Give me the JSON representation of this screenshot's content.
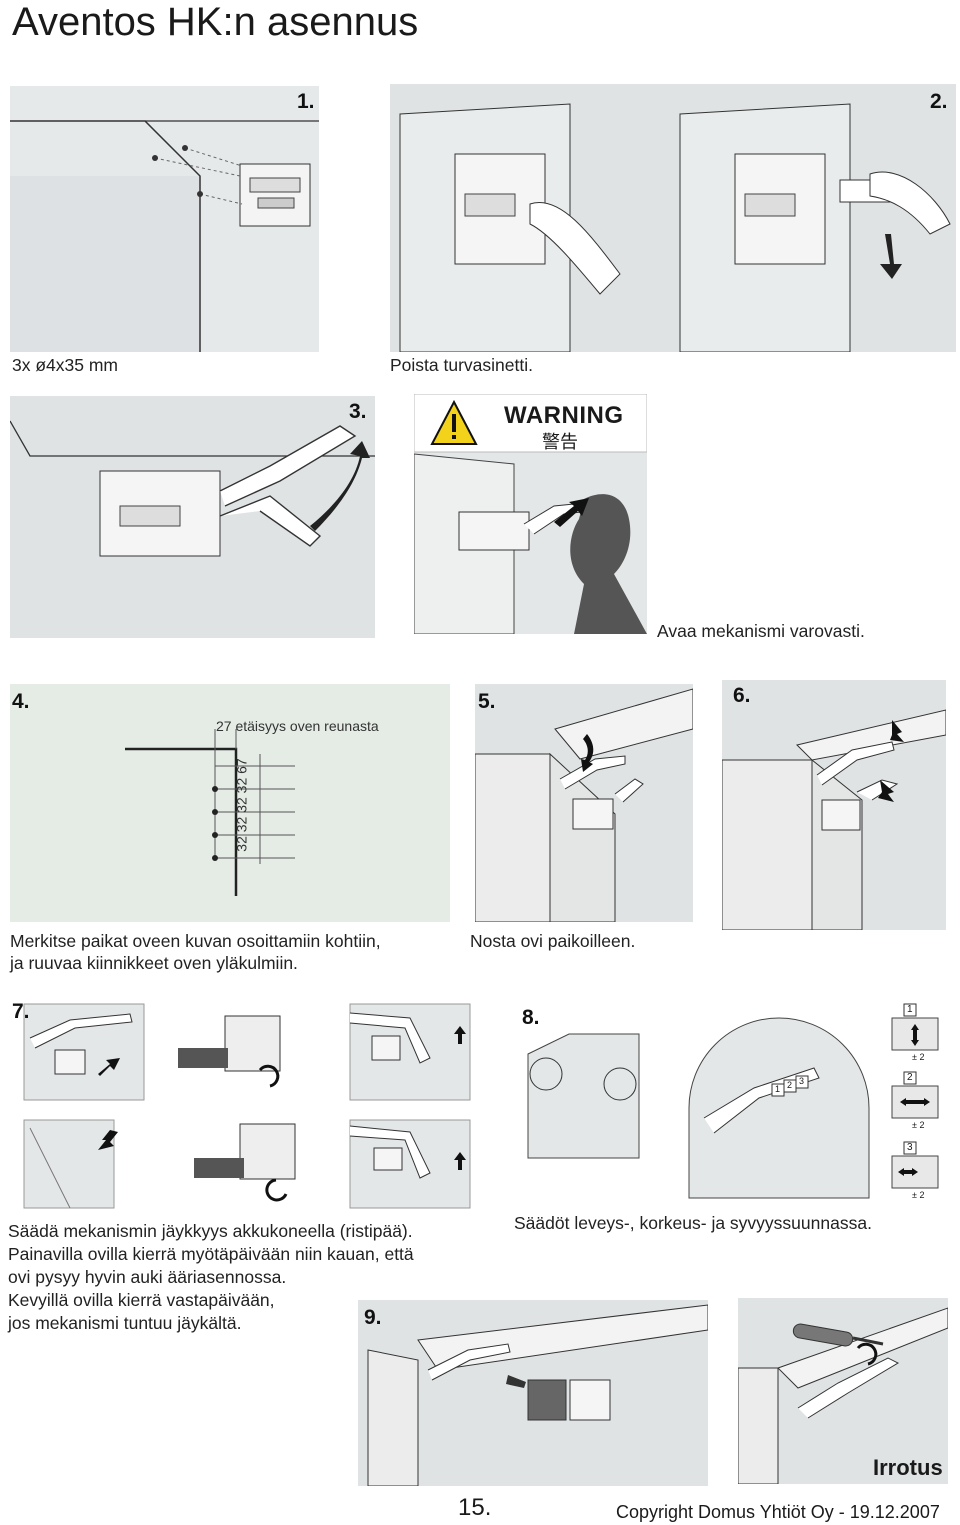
{
  "page": {
    "title": "Aventos HK:n asennus",
    "page_number": "15.",
    "copyright": "Copyright Domus Yhtiöt Oy -  19.12.2007"
  },
  "steps": {
    "s1": {
      "number": "1.",
      "caption": "3x ø4x35 mm"
    },
    "s2": {
      "number": "2.",
      "caption": "Poista turvasinetti."
    },
    "s3": {
      "number": "3.",
      "caption": "Avaa mekanismi varovasti.",
      "warning_label": "WARNING",
      "warning_cn": "警告"
    },
    "s4": {
      "number": "4.",
      "dim_top": "27 etäisyys oven reunasta",
      "dim_side": "32  32  32  32  67",
      "caption_1": "Merkitse paikat oveen kuvan osoittamiin kohtiin,",
      "caption_2": "ja ruuvaa kiinnikkeet oven yläkulmiin."
    },
    "s5": {
      "number": "5.",
      "caption": "Nosta ovi paikoilleen."
    },
    "s6": {
      "number": "6."
    },
    "s7": {
      "number": "7.",
      "caption_1": "Säädä mekanismin jäykkyys akkukoneella (ristipää).",
      "caption_2": "Painavilla ovilla kierrä myötäpäivään niin kauan, että",
      "caption_3": "ovi pysyy hyvin auki ääriasennossa.",
      "caption_4": "Kevyillä ovilla kierrä vastapäivään,",
      "caption_5": "jos mekanismi tuntuu jäykältä."
    },
    "s8": {
      "number": "8.",
      "caption": "Säädöt leveys-, korkeus- ja syvyyssuunnassa.",
      "adj": [
        {
          "num": "1",
          "tol": "± 2"
        },
        {
          "num": "2",
          "tol": "± 2"
        },
        {
          "num": "3",
          "tol": "± 2"
        }
      ],
      "detail_nums": [
        "1",
        "2",
        "3"
      ]
    },
    "s9": {
      "number": "9.",
      "label": "Irrotus"
    }
  },
  "colors": {
    "panel_bg": "#dde1e3",
    "panel_bg_green": "#e5ece6",
    "warning_yellow": "#f2d21b",
    "line": "#333333"
  }
}
